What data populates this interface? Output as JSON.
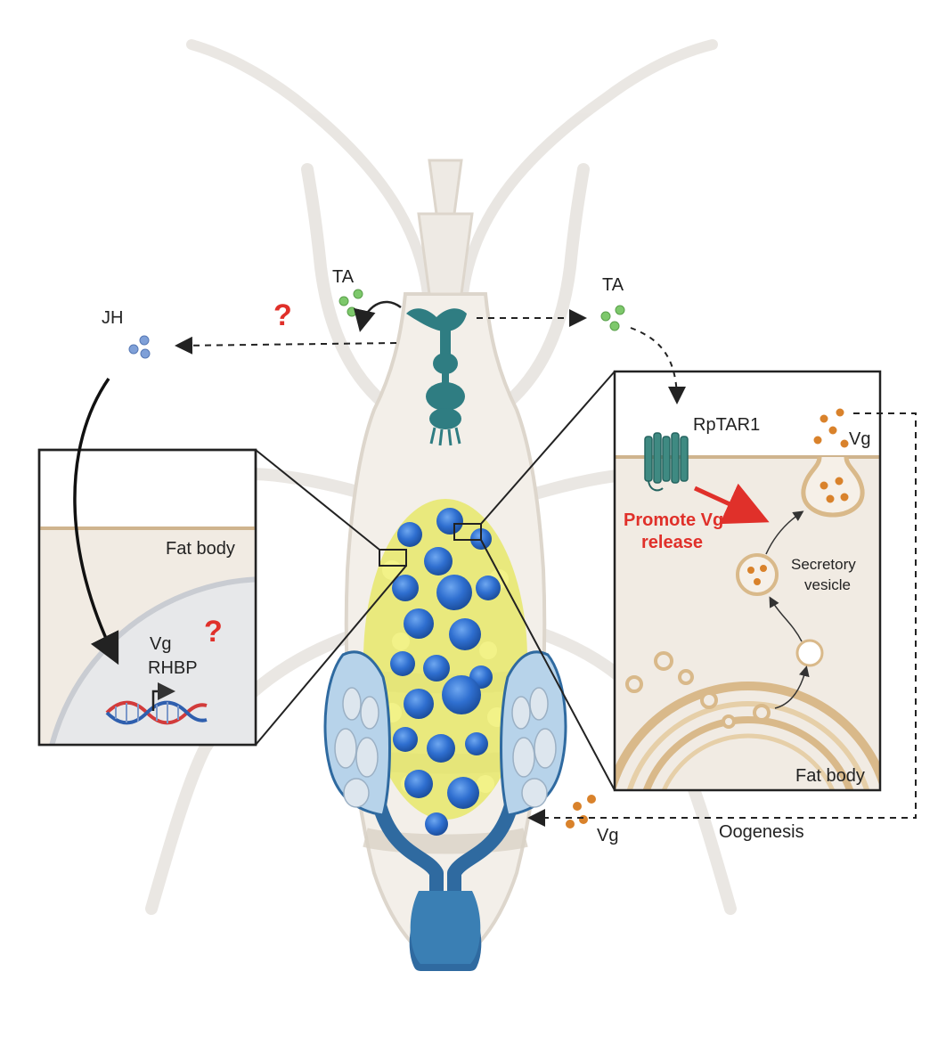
{
  "labels": {
    "jh": "JH",
    "ta_left": "TA",
    "ta_right": "TA",
    "question_left": "?",
    "question_box": "?",
    "fat_body_left": "Fat body",
    "vg_left": "Vg",
    "rhbp": "RHBP",
    "receptor": "RpTAR1",
    "vg_right": "Vg",
    "promote_line1": "Promote Vg",
    "promote_line2": "release",
    "secretory_line1": "Secretory",
    "secretory_line2": "vesicle",
    "fat_body_right": "Fat body",
    "vg_bottom": "Vg",
    "oogenesis": "Oogenesis"
  },
  "colors": {
    "accent_red": "#e0302a",
    "teal": "#2f7d82",
    "blue_oocyte": "#2f6fd0",
    "yolk": "#e6e86a",
    "vg_orange": "#d9822b",
    "ta_green": "#7dc86b",
    "jh_blue": "#7fa0d8",
    "panel_bg": "#f1ebe3"
  }
}
